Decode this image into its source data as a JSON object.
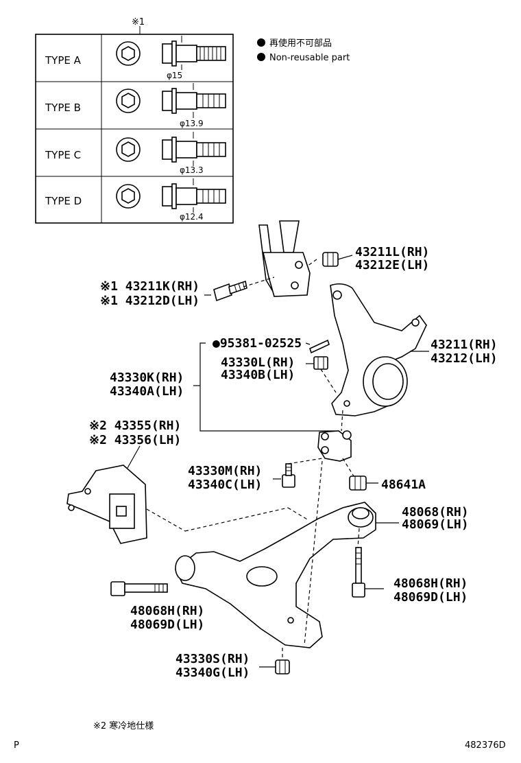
{
  "table": {
    "header_note": "※1",
    "rows": [
      {
        "type": "TYPE A",
        "diameter": "φ15"
      },
      {
        "type": "TYPE B",
        "diameter": "φ13.9"
      },
      {
        "type": "TYPE C",
        "diameter": "φ13.3"
      },
      {
        "type": "TYPE D",
        "diameter": "φ12.4"
      }
    ]
  },
  "legend": {
    "jp": "再使用不可部品",
    "en": "Non-reusable part"
  },
  "callouts": {
    "c43211L": "43211L(RH)",
    "c43212E": "43212E(LH)",
    "c43211K": "※1 43211K(RH)",
    "c43212D": "※1 43212D(LH)",
    "c95381": "●95381-02525",
    "c43330L": "43330L(RH)",
    "c43340B": "43340B(LH)",
    "c43330K": "43330K(RH)",
    "c43340A": "43340A(LH)",
    "c43211": "43211(RH)",
    "c43212": "43212(LH)",
    "c43355": "※2 43355(RH)",
    "c43356": "※2 43356(LH)",
    "c43330M": "43330M(RH)",
    "c43340C": "43340C(LH)",
    "c48641A": "48641A",
    "c48068": "48068(RH)",
    "c48069": "48069(LH)",
    "c48068H_r": "48068H(RH)",
    "c48069D_r": "48069D(LH)",
    "c48068H_l": "48068H(RH)",
    "c48069D_l": "48069D(LH)",
    "c43330S": "43330S(RH)",
    "c43340G": "43340G(LH)"
  },
  "footer": {
    "note": "※2 寒冷地仕様",
    "corner": "P",
    "figure_id": "482376D"
  }
}
